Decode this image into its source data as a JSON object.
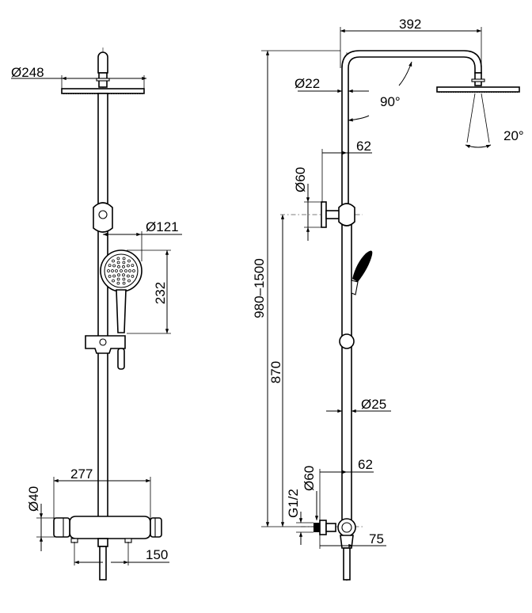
{
  "front_view": {
    "head_diameter": "248",
    "hand_shower_diameter": "121",
    "hand_shower_height": "232",
    "mixer_width": "277",
    "connection_diameter": "40",
    "outlet_spacing": "150"
  },
  "side_view": {
    "arm_reach": "392",
    "arm_angle": "90°",
    "pipe_diameter": "22",
    "spray_angle": "20°",
    "wall_offset_top": "62",
    "wall_bracket_diameter": "60",
    "height_range": "980–1500",
    "mixer_height": "870",
    "riser_diameter": "25",
    "wall_offset_bottom": "62",
    "escutcheon_diameter": "60",
    "thread": "G1/2",
    "mixer_depth": "75"
  },
  "colors": {
    "line": "#000000",
    "background": "#ffffff"
  }
}
